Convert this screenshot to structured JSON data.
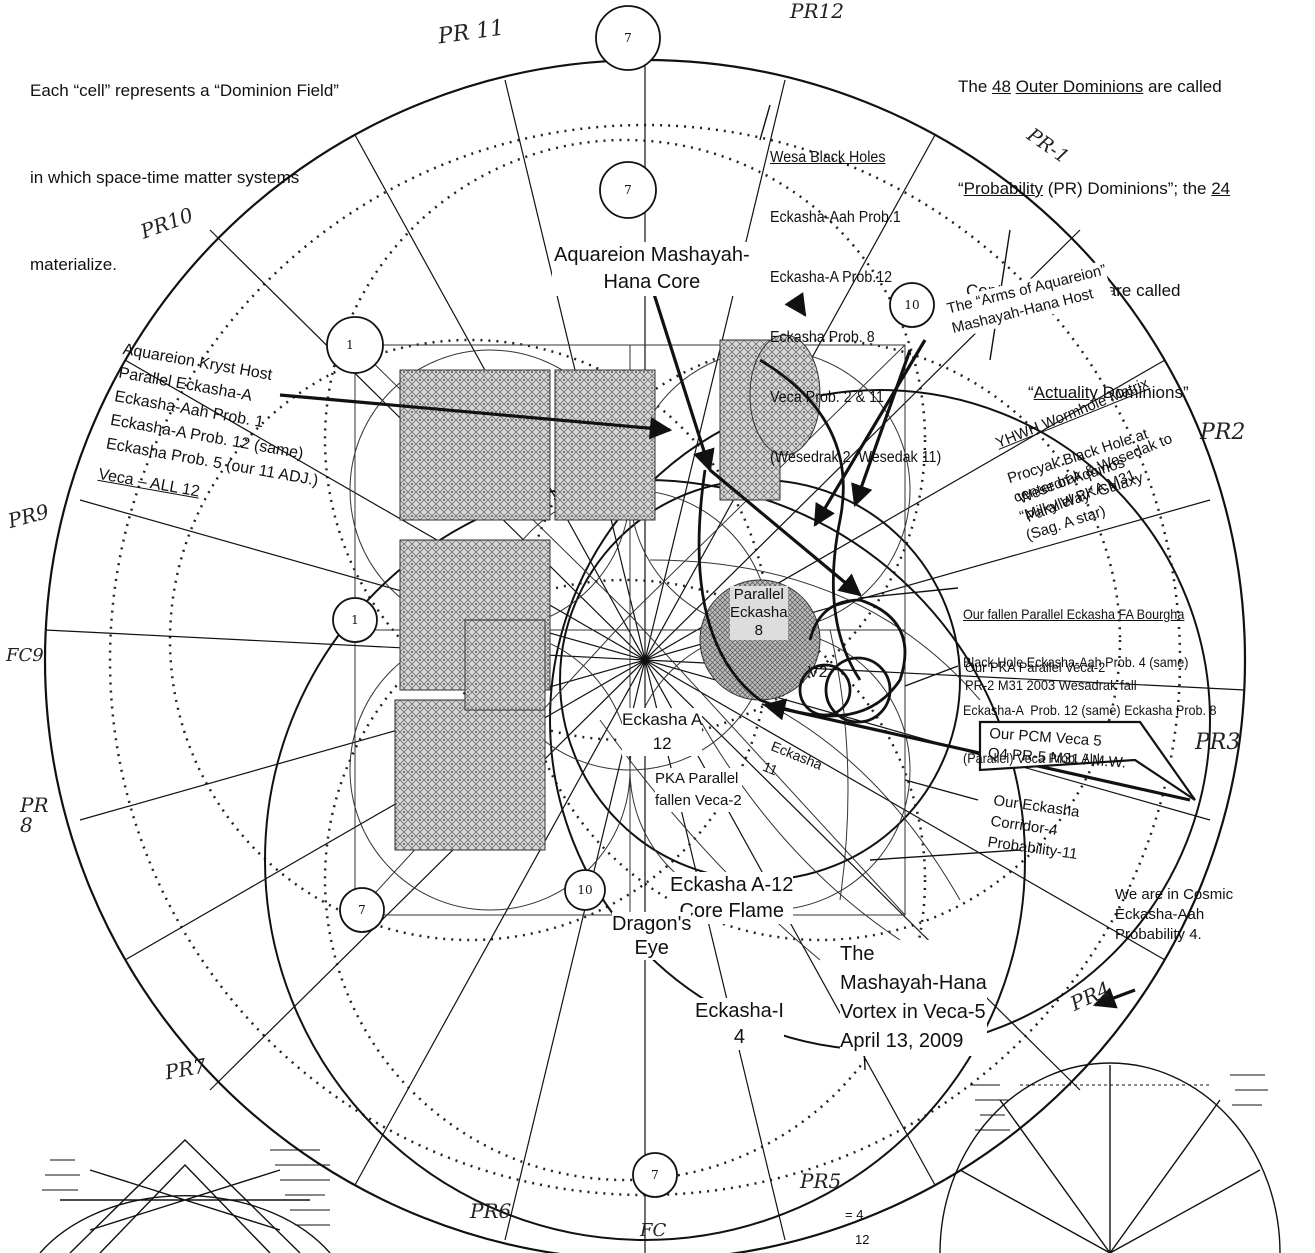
{
  "notes": {
    "cell": [
      "Each “cell” represents a “Dominion Field”",
      "in which space-time matter systems",
      "materialize."
    ],
    "outer_1": {
      "pre": "The ",
      "num": "48",
      "mid": " ",
      "link": "Outer Dominions",
      "post": " are called"
    },
    "outer_2": {
      "pre": "“",
      "link": "Probability",
      "post": " (PR) Dominions”; the ",
      "num": "24"
    },
    "outer_3": {
      "link": "Center Dominions",
      "post": " are called"
    },
    "outer_4": {
      "pre": "“",
      "link": "Actuality",
      "post": " Dominions”"
    }
  },
  "pr_labels": {
    "pr1": "PR-1",
    "pr2": "PR2",
    "pr3": "PR3",
    "pr4": "PR4",
    "pr5": "PR5",
    "pr6": "PR6",
    "pr7": "PR7",
    "pr8": "PR\n8",
    "pr9": "PR9",
    "pr10": "PR10",
    "pr11": "PR 11",
    "pr12": "PR12",
    "fc_left": "FC9",
    "fc_bottom": "FC"
  },
  "wesa": {
    "title": "Wesa Black Holes",
    "lines": [
      "Eckasha-Aah Prob.1",
      "Eckasha-A Prob.12",
      "Eckasha Prob. 8",
      "Veca Prob. 2 & 11",
      "(Wesedrak 2, Wesedak 11)"
    ]
  },
  "labels": {
    "core": "Aquareion Mashayah-\nHana Core",
    "arms": "The “Arms of Aquareion”\nMashayah-Hana Host",
    "kryst": "Aquareion Kryst Host\nParallel Eckasha-A\nEckasha-Aah Prob. 1\nEckasha-A Prob. 12 (same)\nEckasha Prob. 5 (our 11 ADJ.)",
    "veca_all": "Veca – ALL 12",
    "yhwh_title": "YHWH Wormhole Matrix",
    "yhwh_body": "Wesedrak & Wesedak to\nParallel PKA M31",
    "procyak": "Procyak Black Hole at\ncenter of Aquinos\n“Milky Way” Galaxy\n(Sag. A star)",
    "fallen_title": "Our fallen Parallel Eckasha FA Bourgha",
    "fallen_lines": [
      "Black Hole Eckasha-Aah Prob. 4 (same)",
      "Eckasha-A  Prob. 12 (same) Eckasha Prob. 8",
      "(Parallel) Veca Prob. ALL"
    ],
    "pka_veca": "Our PKA Parallel Veca-2\nPR-2 M31 2003 Wesadrak fall",
    "pcm": "Our PCM Veca 5\nQ4 PR-5 M31 / M.W.",
    "corridor": "Our Eckasha\nCorridor-4\nProbability-11",
    "cosmic": "We are in Cosmic\nEckasha-Aah\nProbability 4.",
    "parallel_eckasha": "Parallel\nEckasha\n8",
    "v2": "V2",
    "eckasha_a": "Eckasha A\n12",
    "eckasha_11": "Eckasha\n11",
    "pka_fallen": "PKA Parallel\nfallen Veca-2",
    "core_flame": "Eckasha A-12\nCore Flame",
    "dragon": "Dragon's\nEye",
    "vortex": "The\nMashayah-Hana\nVortex in Veca-5\nApril 13, 2009",
    "eckasha_i": "Eckasha-I\n4",
    "eq4": "= 4",
    "n12": "12"
  },
  "diagram": {
    "ink_color": "#111111",
    "shade_color": "#8c8c8c"
  }
}
